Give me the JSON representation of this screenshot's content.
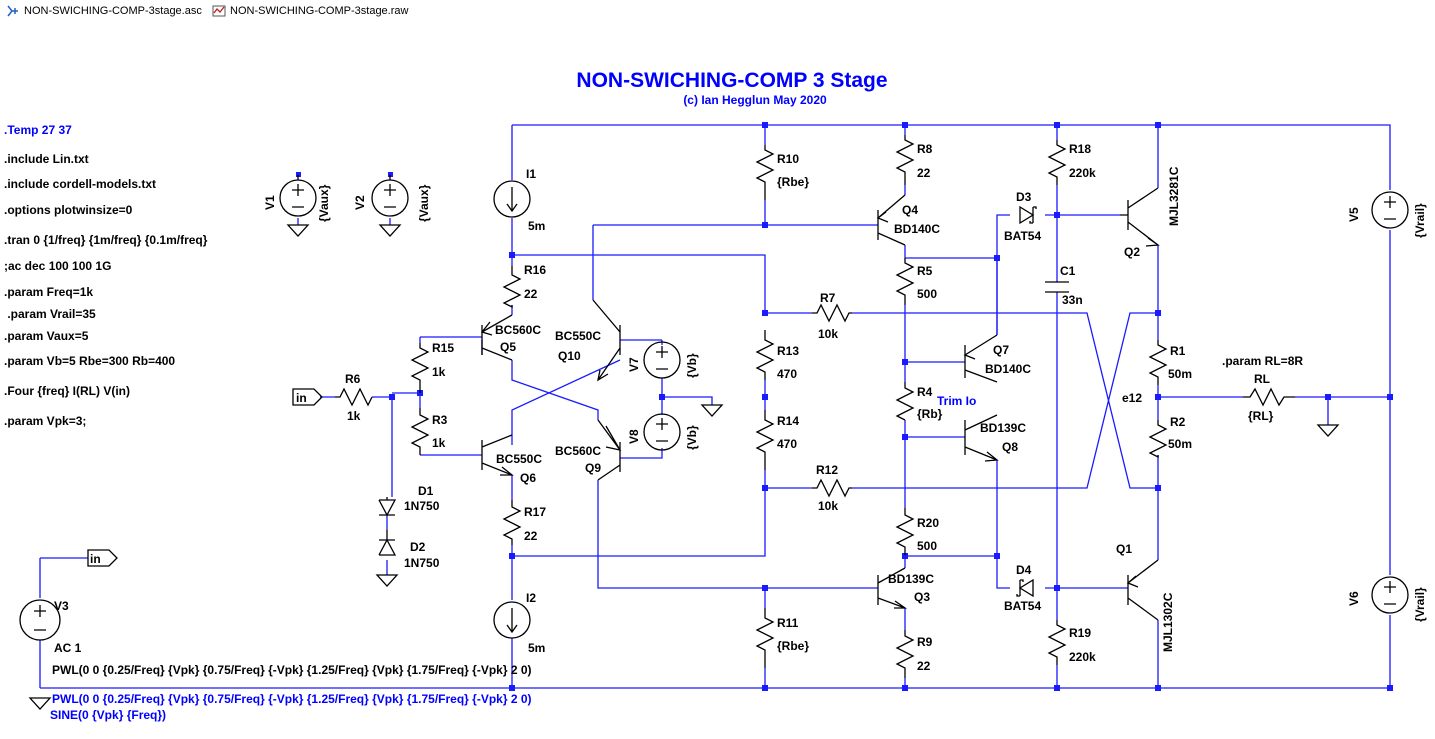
{
  "tabs": [
    {
      "label": "NON-SWICHING-COMP-3stage.asc",
      "icon": "schematic-icon"
    },
    {
      "label": "NON-SWICHING-COMP-3stage.raw",
      "icon": "waveform-icon"
    }
  ],
  "title": "NON-SWICHING-COMP 3 Stage",
  "subtitle": "(c) Ian Hegglun May 2020",
  "directives": [
    ".Temp 27 37",
    ".include Lin.txt",
    ".include cordell-models.txt",
    ".options plotwinsize=0",
    ".tran 0 {1/freq} {1m/freq} {0.1m/freq}",
    ";ac dec 100 100 1G",
    ".param Freq=1k",
    " .param Vrail=35",
    ".param Vaux=5",
    ".param Vb=5 Rbe=300 Rb=400",
    ".Four {freq} I(RL) V(in)",
    ".param Vpk=3;"
  ],
  "param_rl": ".param RL=8R",
  "trim_note": "Trim Io",
  "node_e12": "e12",
  "port_in": "in",
  "pwl_black": "PWL(0 0 {0.25/Freq} {Vpk} {0.75/Freq} {-Vpk} {1.25/Freq} {Vpk} {1.75/Freq} {-Vpk} 2 0)",
  "pwl_blue": "PWL(0 0 {0.25/Freq} {Vpk} {0.75/Freq} {-Vpk} {1.25/Freq} {Vpk} {1.75/Freq} {-Vpk} 2 0)",
  "sine_blue": "SINE(0 {Vpk} {Freq})",
  "components": {
    "V1": {
      "name": "V1",
      "value": "{Vaux}"
    },
    "V2": {
      "name": "V2",
      "value": "{Vaux}"
    },
    "V3": {
      "name": "V3",
      "value": "AC 1"
    },
    "V5": {
      "name": "V5",
      "value": "{Vrail}"
    },
    "V6": {
      "name": "V6",
      "value": "{Vrail}"
    },
    "V7": {
      "name": "V7",
      "value": "{Vb}"
    },
    "V8": {
      "name": "V8",
      "value": "{Vb}"
    },
    "I1": {
      "name": "I1",
      "value": "5m"
    },
    "I2": {
      "name": "I2",
      "value": "5m"
    },
    "R1": {
      "name": "R1",
      "value": "50m"
    },
    "R2": {
      "name": "R2",
      "value": "50m"
    },
    "R3": {
      "name": "R3",
      "value": "1k"
    },
    "R4": {
      "name": "R4",
      "value": "{Rb}"
    },
    "R5": {
      "name": "R5",
      "value": "500"
    },
    "R6": {
      "name": "R6",
      "value": "1k"
    },
    "R7": {
      "name": "R7",
      "value": "10k"
    },
    "R8": {
      "name": "R8",
      "value": "22"
    },
    "R9": {
      "name": "R9",
      "value": "22"
    },
    "R10": {
      "name": "R10",
      "value": "{Rbe}"
    },
    "R11": {
      "name": "R11",
      "value": "{Rbe}"
    },
    "R12": {
      "name": "R12",
      "value": "10k"
    },
    "R13": {
      "name": "R13",
      "value": "470"
    },
    "R14": {
      "name": "R14",
      "value": "470"
    },
    "R15": {
      "name": "R15",
      "value": "1k"
    },
    "R16": {
      "name": "R16",
      "value": "22"
    },
    "R17": {
      "name": "R17",
      "value": "22"
    },
    "R18": {
      "name": "R18",
      "value": "220k"
    },
    "R19": {
      "name": "R19",
      "value": "220k"
    },
    "R20": {
      "name": "R20",
      "value": "500"
    },
    "RL": {
      "name": "RL",
      "value": "{RL}"
    },
    "C1": {
      "name": "C1",
      "value": "33n"
    },
    "D1": {
      "name": "D1",
      "value": "1N750"
    },
    "D2": {
      "name": "D2",
      "value": "1N750"
    },
    "D3": {
      "name": "D3",
      "value": "BAT54"
    },
    "D4": {
      "name": "D4",
      "value": "BAT54"
    },
    "Q1": {
      "name": "Q1",
      "value": "MJL1302C"
    },
    "Q2": {
      "name": "Q2",
      "value": "MJL3281C"
    },
    "Q3": {
      "name": "Q3",
      "value": "BD139C"
    },
    "Q4": {
      "name": "Q4",
      "value": "BD140C"
    },
    "Q5": {
      "name": "Q5",
      "value": "BC560C"
    },
    "Q6": {
      "name": "Q6",
      "value": "BC550C"
    },
    "Q7": {
      "name": "Q7",
      "value": "BD140C"
    },
    "Q8": {
      "name": "Q8",
      "value": "BD139C"
    },
    "Q9": {
      "name": "Q9",
      "value": "BC560C"
    },
    "Q10": {
      "name": "Q10",
      "value": "BC550C"
    }
  },
  "colors": {
    "wire": "#1a1aff",
    "text_blue": "#0000ff",
    "component": "#000000"
  }
}
